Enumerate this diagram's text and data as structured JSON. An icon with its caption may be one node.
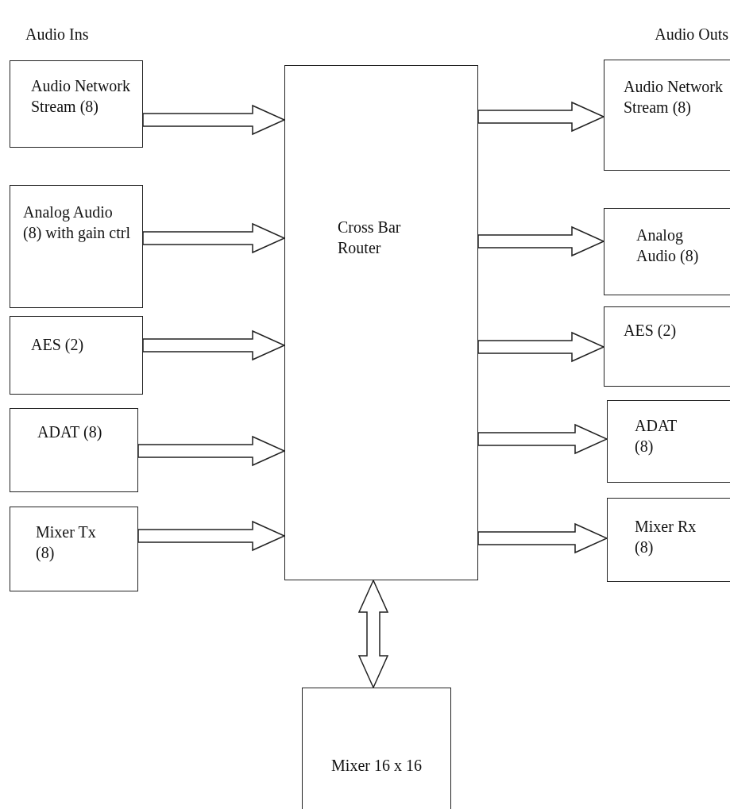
{
  "diagram": {
    "nodes": [
      {
        "text": [
          "Audio Network Stream (8)"
        ]
      },
      {
        "text": [
          "Analog Audio (8) with gain ctrl"
        ]
      },
      {
        "text": [
          "AES (2)"
        ]
      },
      {
        "text": [
          "ADAT (8)"
        ]
      },
      {
        "text": [
          "Mixer Tx (8)"
        ]
      },
      {
        "text": [
          "Cross Bar Router"
        ]
      },
      {
        "text": [
          "Audio Network Stream (8)"
        ]
      },
      {
        "text": [
          "Analog Audio (8)"
        ]
      },
      {
        "text": [
          "AES (2)"
        ]
      },
      {
        "text": [
          "ADAT (8)"
        ]
      },
      {
        "text": [
          "Mixer Rx (8)"
        ]
      },
      {
        "text": [
          "Mixer 16 x 16"
        ]
      }
    ],
    "edges": [
      {
        "from": 0,
        "to": 5,
        "arrow": "to"
      },
      {
        "from": 1,
        "to": 5,
        "arrow": "to"
      },
      {
        "from": 2,
        "to": 5,
        "arrow": "to"
      },
      {
        "from": 3,
        "to": 5,
        "arrow": "to"
      },
      {
        "from": 4,
        "to": 5,
        "arrow": "to"
      },
      {
        "from": 5,
        "to": 6,
        "arrow": "to"
      },
      {
        "from": 5,
        "to": 7,
        "arrow": "to"
      },
      {
        "from": 5,
        "to": 8,
        "arrow": "to"
      },
      {
        "from": 5,
        "to": 9,
        "arrow": "to"
      },
      {
        "from": 5,
        "to": 10,
        "arrow": "to"
      },
      {
        "from": 5,
        "to": 11,
        "arrow": "both"
      }
    ],
    "labels": [
      "Audio Ins",
      "Audio Outs"
    ]
  }
}
